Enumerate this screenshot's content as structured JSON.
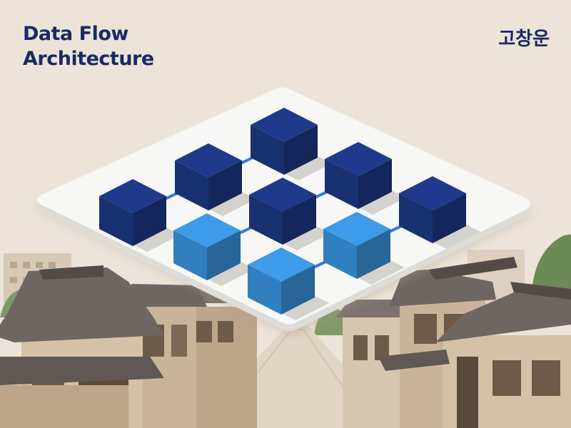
{
  "title_lines": [
    "Data Flow",
    "Architecture"
  ],
  "author": "고창운",
  "colors": {
    "background": "#ece4d8",
    "title_text": "#1b2a66",
    "platform": "#f7f7f5",
    "node_dark": "#1f3a8a",
    "node_light": "#3d9be9",
    "connector": "#3b78d8",
    "roof": "#6e6661",
    "wall": "#c9b49b",
    "tree": "#6b8a55"
  },
  "graph": {
    "rows": 3,
    "cols": 3,
    "nodes": [
      {
        "id": "r0c0",
        "row": 0,
        "col": 0,
        "tone": "dark"
      },
      {
        "id": "r0c1",
        "row": 0,
        "col": 1,
        "tone": "dark"
      },
      {
        "id": "r0c2",
        "row": 0,
        "col": 2,
        "tone": "dark"
      },
      {
        "id": "r1c0",
        "row": 1,
        "col": 0,
        "tone": "dark"
      },
      {
        "id": "r1c1",
        "row": 1,
        "col": 1,
        "tone": "dark"
      },
      {
        "id": "r1c2",
        "row": 1,
        "col": 2,
        "tone": "light"
      },
      {
        "id": "r2c0",
        "row": 2,
        "col": 0,
        "tone": "dark"
      },
      {
        "id": "r2c1",
        "row": 2,
        "col": 1,
        "tone": "light"
      },
      {
        "id": "r2c2",
        "row": 2,
        "col": 2,
        "tone": "light"
      }
    ],
    "edges": [
      [
        "r0c0",
        "r0c1"
      ],
      [
        "r0c1",
        "r0c2"
      ],
      [
        "r1c0",
        "r1c1"
      ],
      [
        "r1c1",
        "r1c2"
      ],
      [
        "r2c0",
        "r2c1"
      ],
      [
        "r2c1",
        "r2c2"
      ],
      [
        "r0c0",
        "r1c0"
      ],
      [
        "r1c0",
        "r2c0"
      ],
      [
        "r0c1",
        "r1c1"
      ],
      [
        "r1c1",
        "r2c1"
      ],
      [
        "r0c2",
        "r1c2"
      ],
      [
        "r1c2",
        "r2c2"
      ]
    ]
  }
}
